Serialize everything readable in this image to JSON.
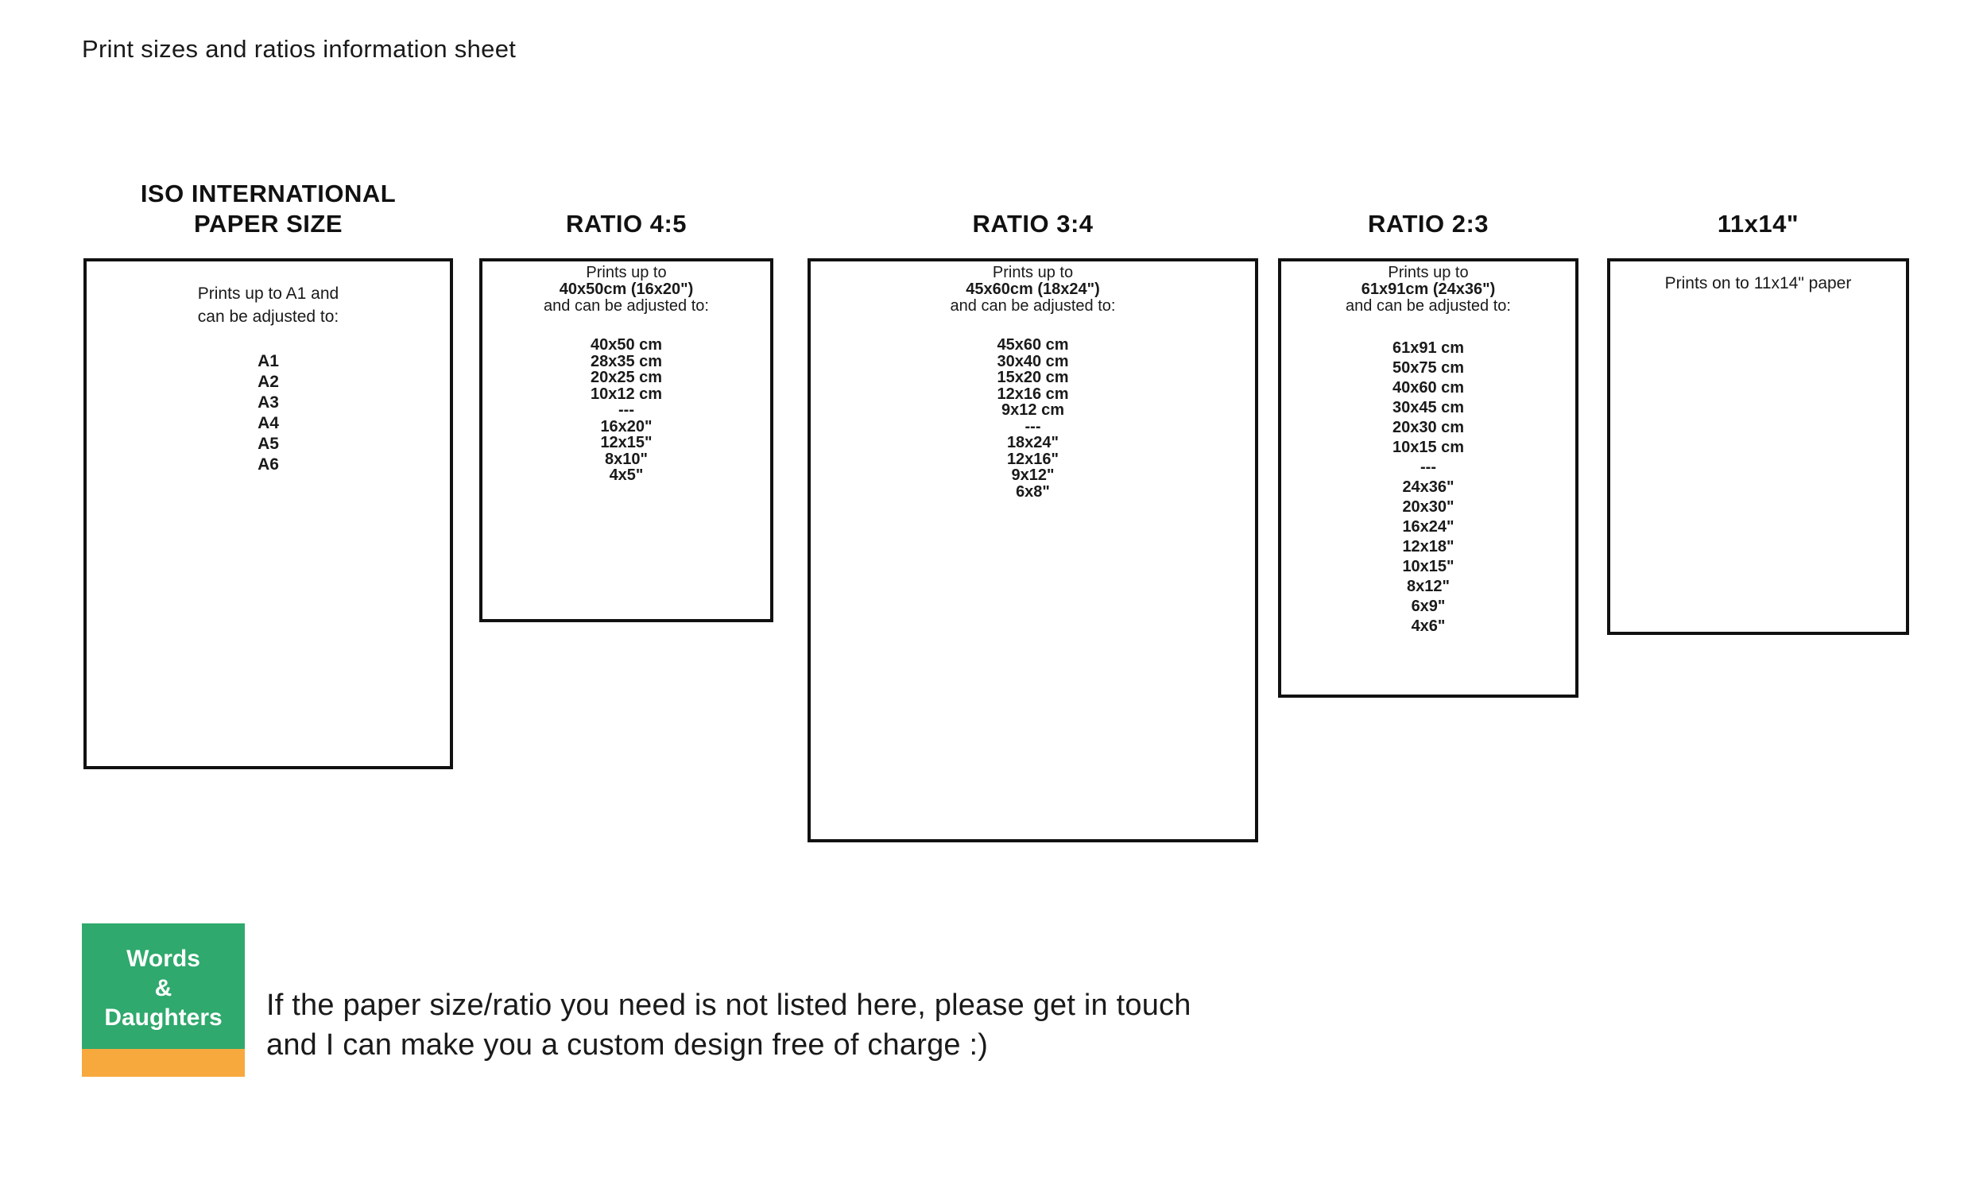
{
  "page": {
    "title": "Print sizes and ratios information sheet"
  },
  "columns": [
    {
      "id": "iso-paper-size",
      "header_lines": [
        "ISO INTERNATIONAL",
        "PAPER SIZE"
      ],
      "intro": [
        {
          "text": "Prints up to A1 and",
          "bold": false
        },
        {
          "text": "can be adjusted to:",
          "bold": false
        }
      ],
      "sizes": [
        "A1",
        "A2",
        "A3",
        "A4",
        "A5",
        "A6"
      ]
    },
    {
      "id": "ratio-4-5",
      "header_lines": [
        "RATIO 4:5"
      ],
      "intro": [
        {
          "text": "Prints up to",
          "bold": false
        },
        {
          "text": "40x50cm (16x20\")",
          "bold": true
        },
        {
          "text": "and can be adjusted to:",
          "bold": false
        }
      ],
      "sizes": [
        "40x50 cm",
        "28x35 cm",
        "20x25 cm",
        "10x12 cm",
        "---",
        "16x20\"",
        "12x15\"",
        "8x10\"",
        "4x5\""
      ]
    },
    {
      "id": "ratio-3-4",
      "header_lines": [
        "RATIO 3:4"
      ],
      "intro": [
        {
          "text": "Prints up to",
          "bold": false
        },
        {
          "text": "45x60cm (18x24\")",
          "bold": true
        },
        {
          "text": "and can be adjusted to:",
          "bold": false
        }
      ],
      "sizes": [
        "45x60 cm",
        "30x40 cm",
        "15x20 cm",
        "12x16 cm",
        "9x12 cm",
        "---",
        "18x24\"",
        "12x16\"",
        "9x12\"",
        "6x8\""
      ]
    },
    {
      "id": "ratio-2-3",
      "header_lines": [
        "RATIO 2:3"
      ],
      "intro": [
        {
          "text": "Prints up to",
          "bold": false
        },
        {
          "text": "61x91cm (24x36\")",
          "bold": true
        },
        {
          "text": "and can be adjusted to:",
          "bold": false
        }
      ],
      "sizes": [
        "61x91 cm",
        "50x75 cm",
        "40x60 cm",
        "30x45 cm",
        "20x30 cm",
        "10x15 cm",
        "---",
        "24x36\"",
        "20x30\"",
        "16x24\"",
        "12x18\"",
        "10x15\"",
        "8x12\"",
        "6x9\"",
        "4x6\""
      ]
    },
    {
      "id": "11x14",
      "header_lines": [
        "11x14\""
      ],
      "intro": [
        {
          "text": "Prints on to 11x14\" paper",
          "bold": false
        }
      ],
      "sizes": []
    }
  ],
  "footer": {
    "logo": {
      "lines": [
        "Words",
        "&",
        "Daughters"
      ],
      "green_color": "#2FA96D",
      "orange_color": "#F7A93E"
    },
    "note_lines": [
      "If the paper size/ratio you need is not listed here, please get in touch",
      "and I can make you a custom design free of charge :)"
    ]
  }
}
